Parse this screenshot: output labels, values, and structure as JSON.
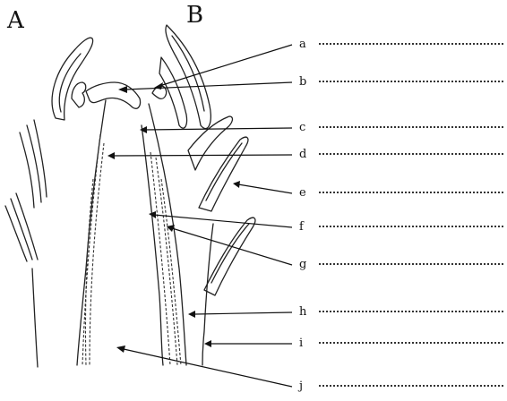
{
  "panels": {
    "a": "A",
    "b": "B"
  },
  "labels": [
    "a",
    "b",
    "c",
    "d",
    "e",
    "f",
    "g",
    "h",
    "i",
    "j"
  ]
}
